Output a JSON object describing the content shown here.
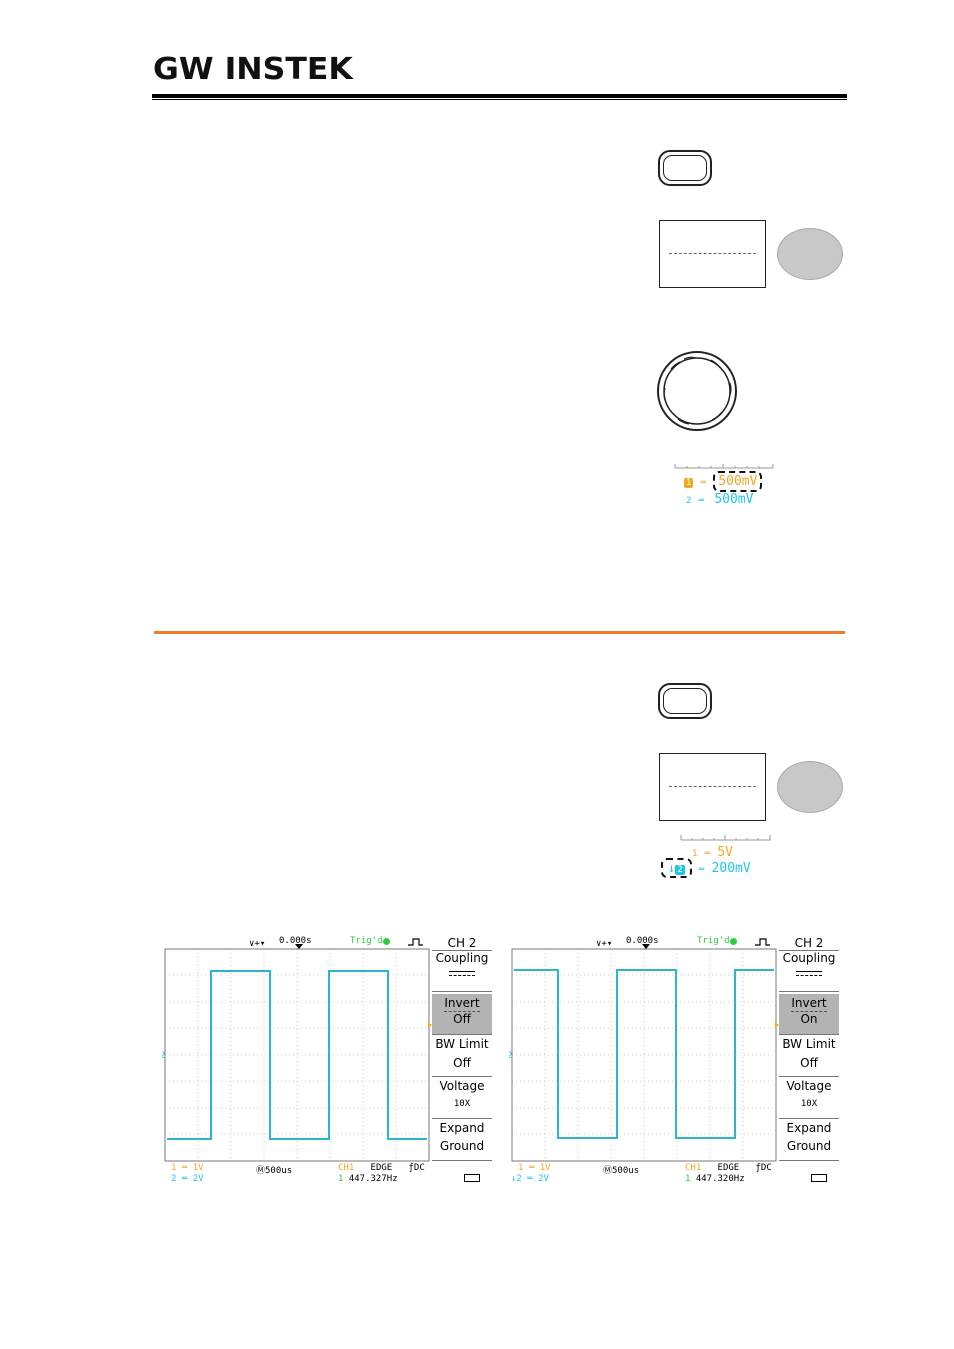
{
  "header": {
    "logo": "GW INSTEK"
  },
  "section1": {
    "scale_readout": {
      "ch1_marker": "1",
      "ch1_value": "500mV",
      "ch2_marker": "2",
      "ch2_value": "500mV"
    }
  },
  "section2": {
    "scale_readout": {
      "ch1_marker": "1",
      "ch1_value": "5V",
      "ch2_marker": "2",
      "ch2_value": "200mV"
    }
  },
  "screen_left": {
    "top": {
      "timebase_pos": "0.000s",
      "trig_status": "Trig'd"
    },
    "menu": {
      "title": "CH 2",
      "coupling_label": "Coupling",
      "invert_label": "Invert",
      "invert_value": "Off",
      "bw_label": "BW Limit",
      "bw_value": "Off",
      "voltage_label": "Voltage",
      "voltage_value": "10X",
      "expand_label": "Expand",
      "expand_value": "Ground"
    },
    "bottom": {
      "ch1_scale": "1V",
      "ch2_scale": "2V",
      "timebase": "500us",
      "trig_source": "CH1",
      "trig_type": "EDGE",
      "trig_coupling": "DC",
      "frequency": "447.327Hz"
    }
  },
  "screen_right": {
    "top": {
      "timebase_pos": "0.000s",
      "trig_status": "Trig'd"
    },
    "menu": {
      "title": "CH 2",
      "coupling_label": "Coupling",
      "invert_label": "Invert",
      "invert_value": "On",
      "bw_label": "BW Limit",
      "bw_value": "Off",
      "voltage_label": "Voltage",
      "voltage_value": "10X",
      "expand_label": "Expand",
      "expand_value": "Ground"
    },
    "bottom": {
      "ch1_scale": "1V",
      "ch2_scale": "2V",
      "timebase": "500us",
      "trig_source": "CH1",
      "trig_type": "EDGE",
      "trig_coupling": "DC",
      "frequency": "447.320Hz"
    }
  },
  "colors": {
    "ch1": "#f5a623",
    "ch2": "#22c3e8",
    "accent_rule": "#f07a2c",
    "trig": "#2ecc40"
  }
}
